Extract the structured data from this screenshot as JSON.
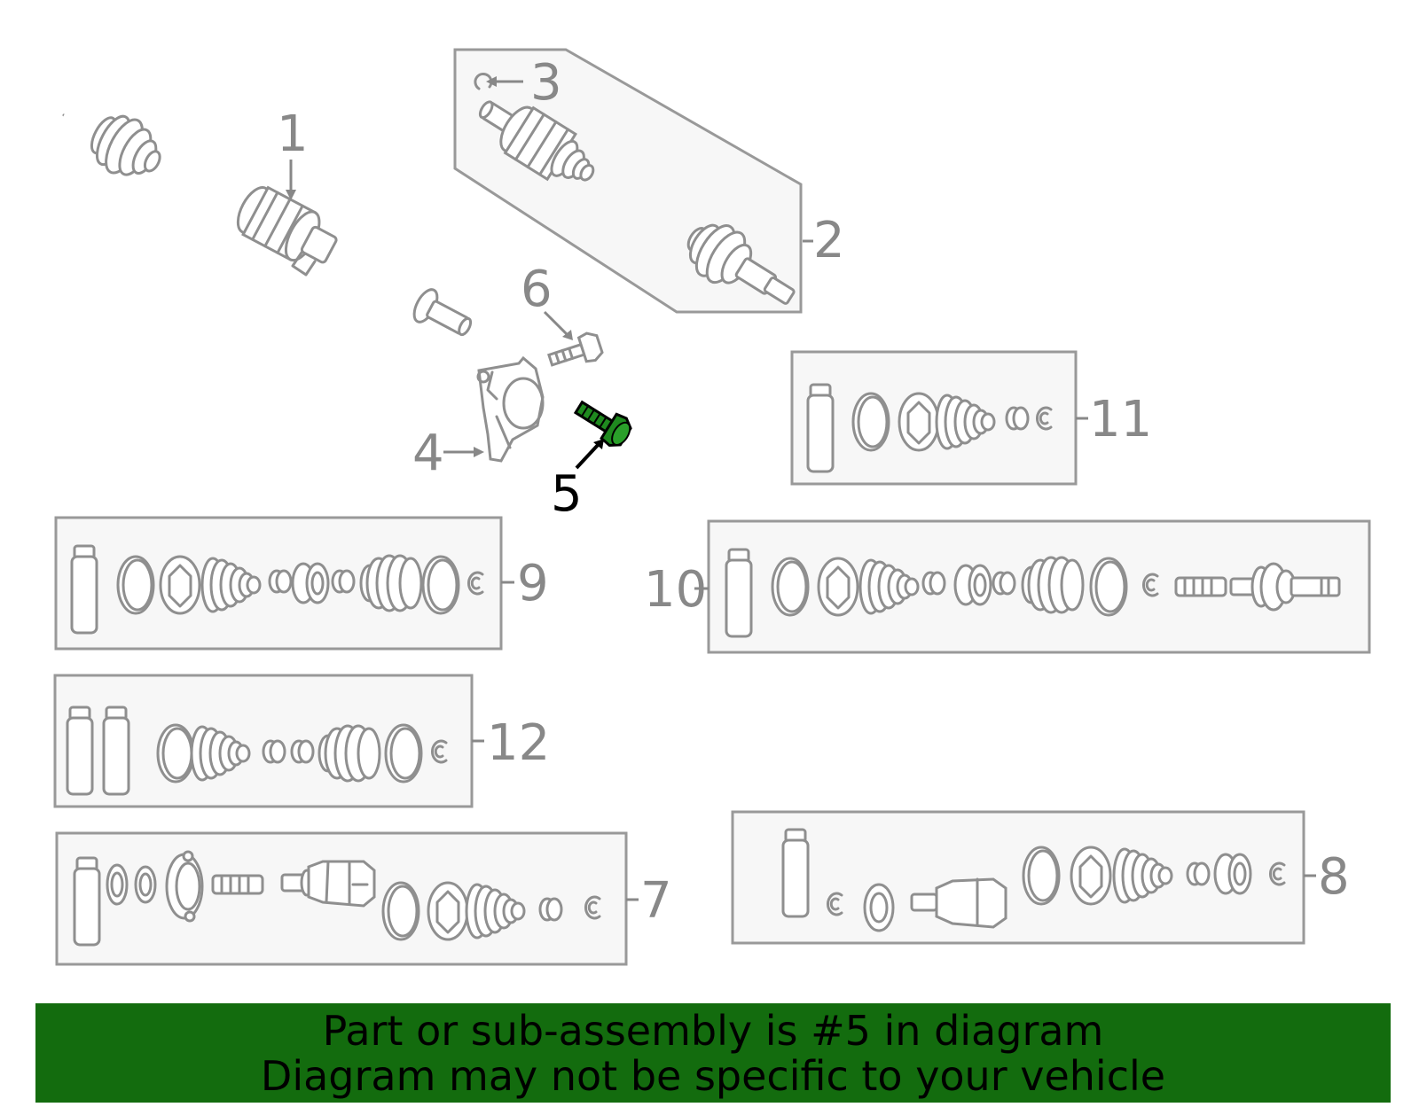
{
  "callouts": {
    "c1": "1",
    "c2": "2",
    "c3": "3",
    "c4": "4",
    "c5": "5",
    "c6": "6",
    "c7": "7",
    "c8": "8",
    "c9": "9",
    "c10": "10",
    "c11": "11",
    "c12": "12"
  },
  "highlight": {
    "part_number": "5",
    "color": "#1f8a1f"
  },
  "banner": {
    "line1": "Part or sub-assembly is #5 in diagram",
    "line2": "Diagram may not be specific to your vehicle",
    "background": "#136c0e"
  }
}
